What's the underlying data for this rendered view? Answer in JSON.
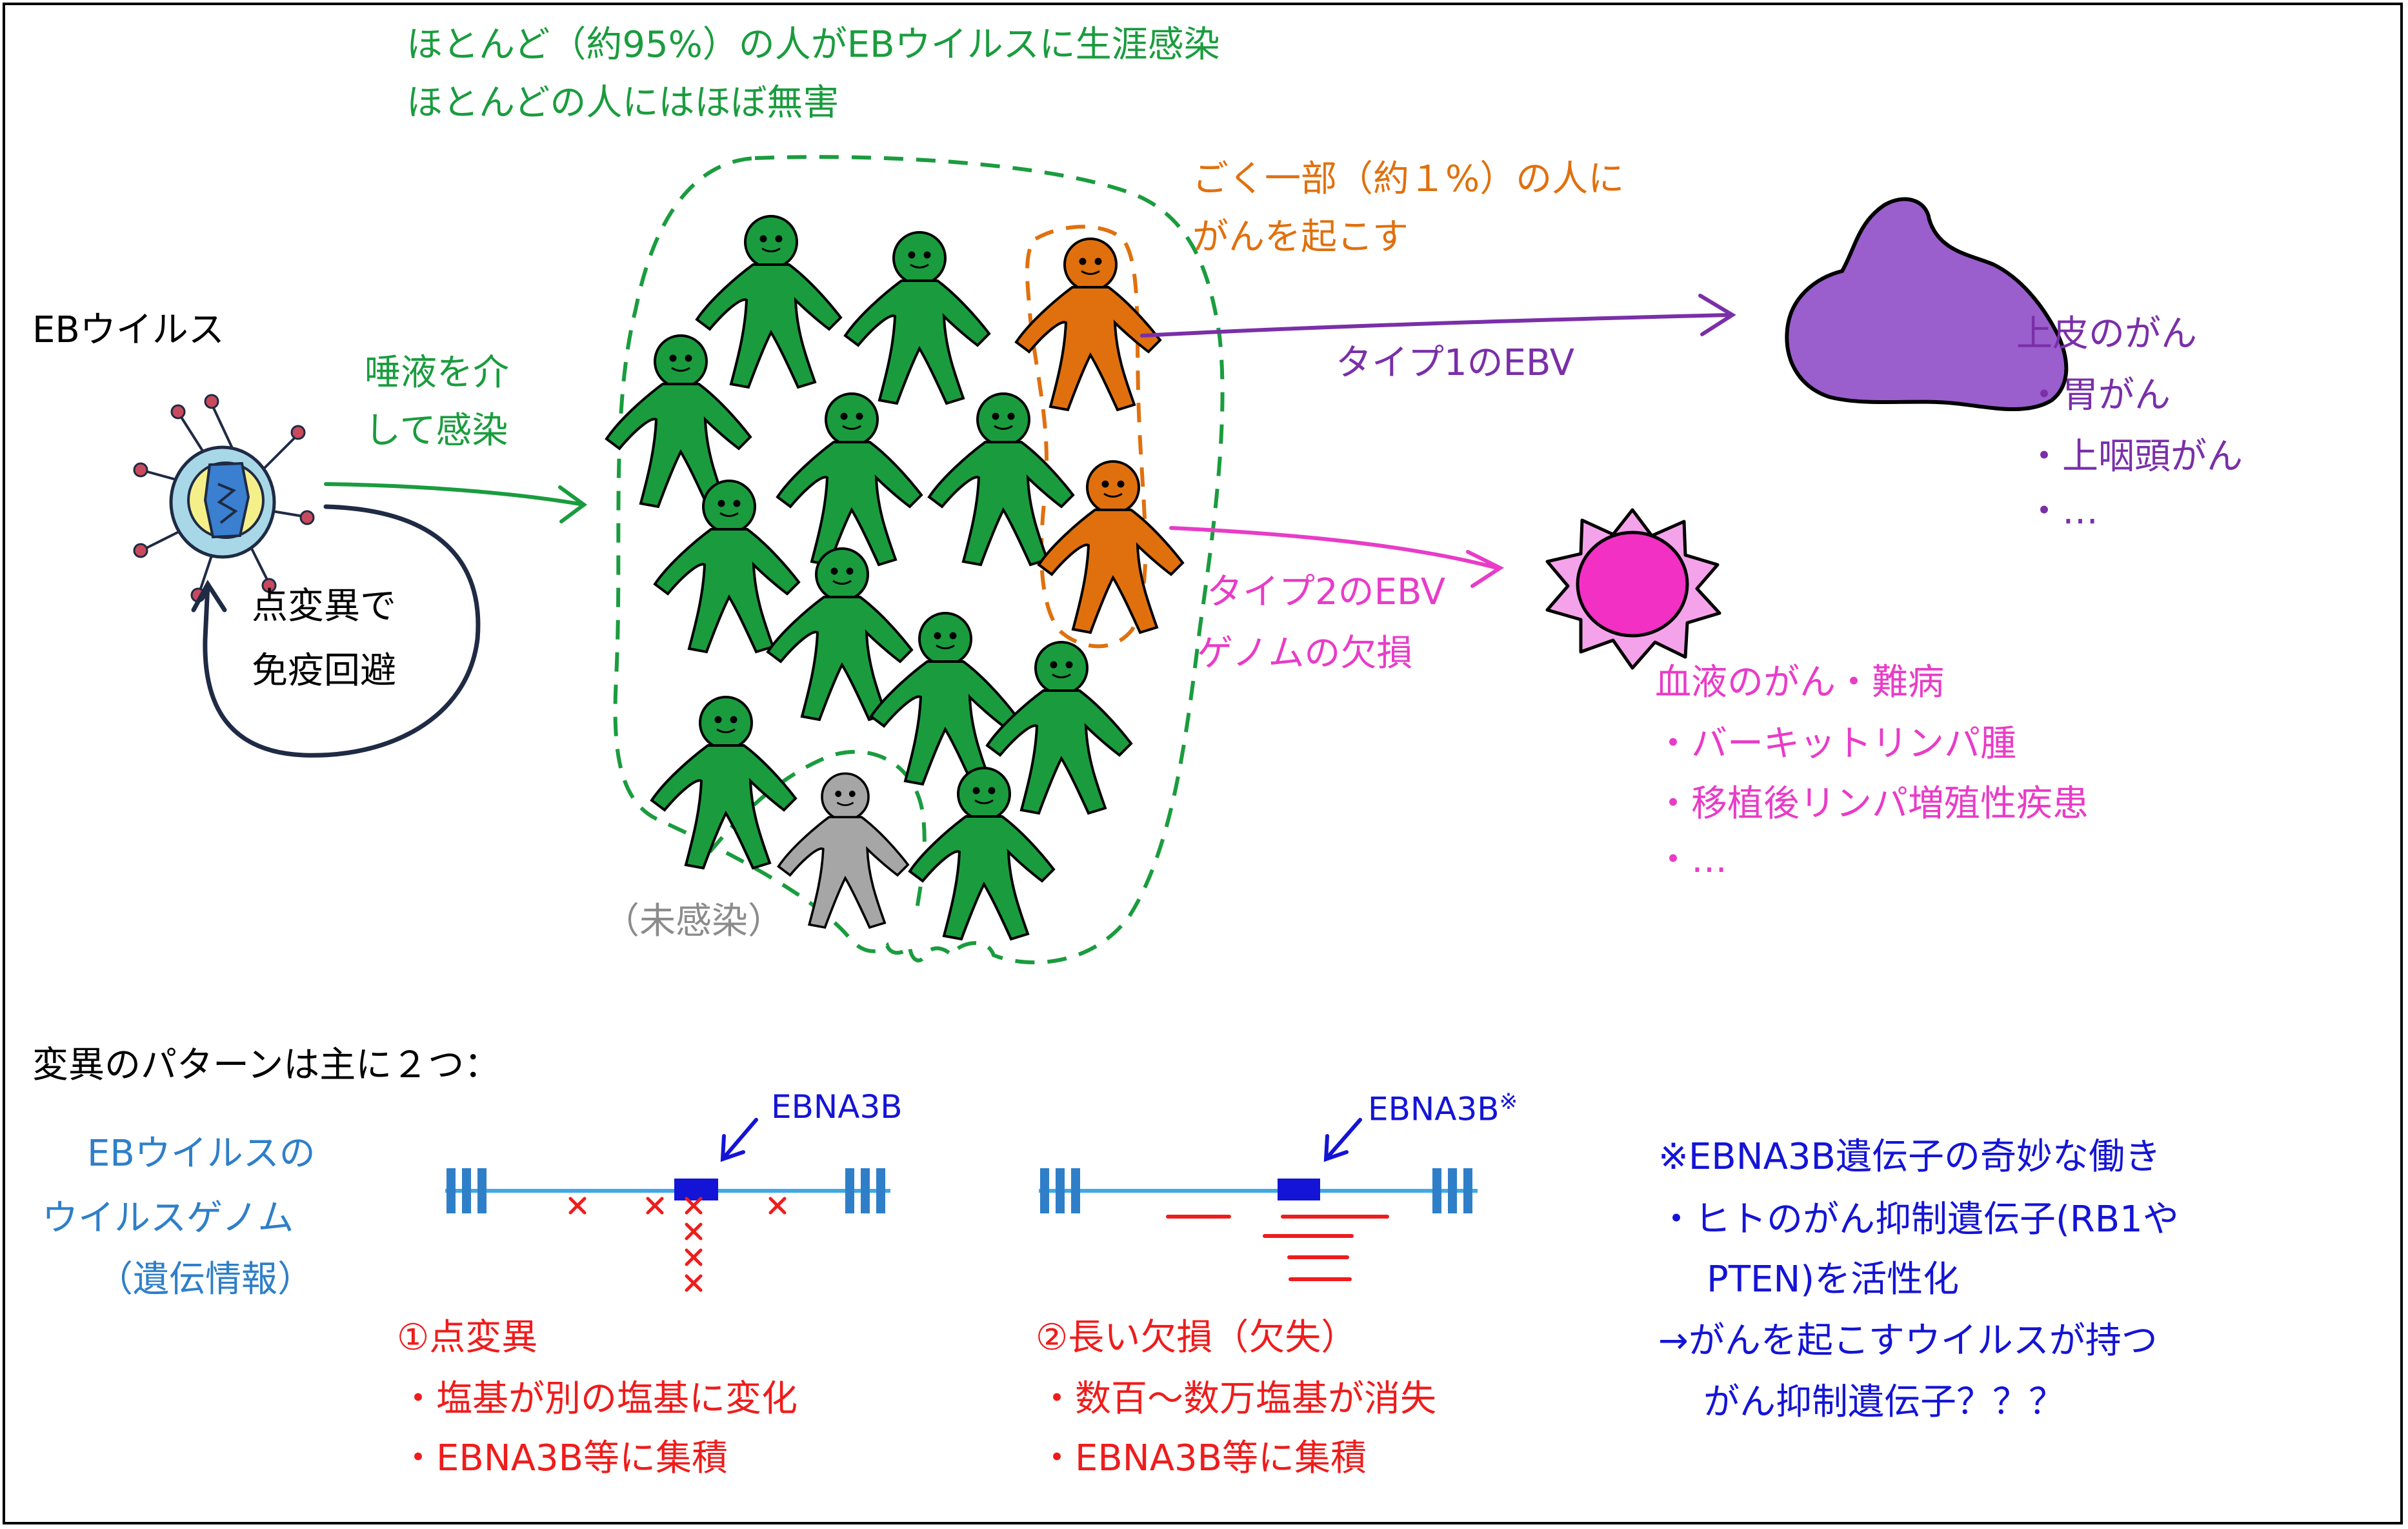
{
  "colors": {
    "green": "#1a9c3e",
    "orange": "#e0700e",
    "purple": "#7a2fa8",
    "magenta": "#e83cc8",
    "red": "#ef1c1c",
    "blue": "#1414d6",
    "genome_blue": "#2f7fc8",
    "gray": "#8c8c8c",
    "dark_navy": "#1f2a44"
  },
  "virus": {
    "label": "EBウイルス",
    "icon": "virus-icon"
  },
  "transmission": {
    "line1": "唾液を介",
    "line2": "して感染"
  },
  "immune_escape": {
    "line1": "点変異で",
    "line2": "免疫回避"
  },
  "infected": {
    "line1": "ほとんど（約95%）の人がEBウイルスに生涯感染",
    "line2": "ほとんどの人にはほぼ無害"
  },
  "uninfected": {
    "label": "（未感染）"
  },
  "cancer_minority": {
    "line1": "ごく一部（約１%）の人に",
    "line2": "がんを起こす"
  },
  "type1": {
    "label": "タイプ1のEBV",
    "icon": "epithelial-tumor-icon"
  },
  "epithelial": {
    "title": "上皮のがん",
    "items": [
      "・胃がん",
      "・上咽頭がん",
      "・…"
    ]
  },
  "type2": {
    "line1": "タイプ2のEBV",
    "line2": "ゲノムの欠損",
    "icon": "blood-cancer-cell-icon"
  },
  "blood": {
    "title": "血液のがん・難病",
    "items": [
      "・バーキットリンパ腫",
      "・移植後リンパ増殖性疾患",
      "・…"
    ]
  },
  "mutation_patterns": {
    "heading": "変異のパターンは主に２つ："
  },
  "genome": {
    "line1": "EBウイルスの",
    "line2": "ウイルスゲノム",
    "line3": "（遺伝情報）"
  },
  "pattern1": {
    "gene_label": "EBNA3B",
    "title": "①点変異",
    "items": [
      "・塩基が別の塩基に変化",
      "・EBNA3B等に集積"
    ]
  },
  "pattern2": {
    "gene_label": "EBNA3B",
    "gene_mark": "※",
    "title": "②長い欠損（欠失）",
    "items": [
      "・数百～数万塩基が消失",
      "・EBNA3B等に集積"
    ]
  },
  "note": {
    "title": "※EBNA3B遺伝子の奇妙な働き",
    "line1": "・ヒトのがん抑制遺伝子(RB1や",
    "line2": "PTEN)を活性化",
    "line3": "→がんを起こすウイルスが持つ",
    "line4": "がん抑制遺伝子？？？"
  }
}
